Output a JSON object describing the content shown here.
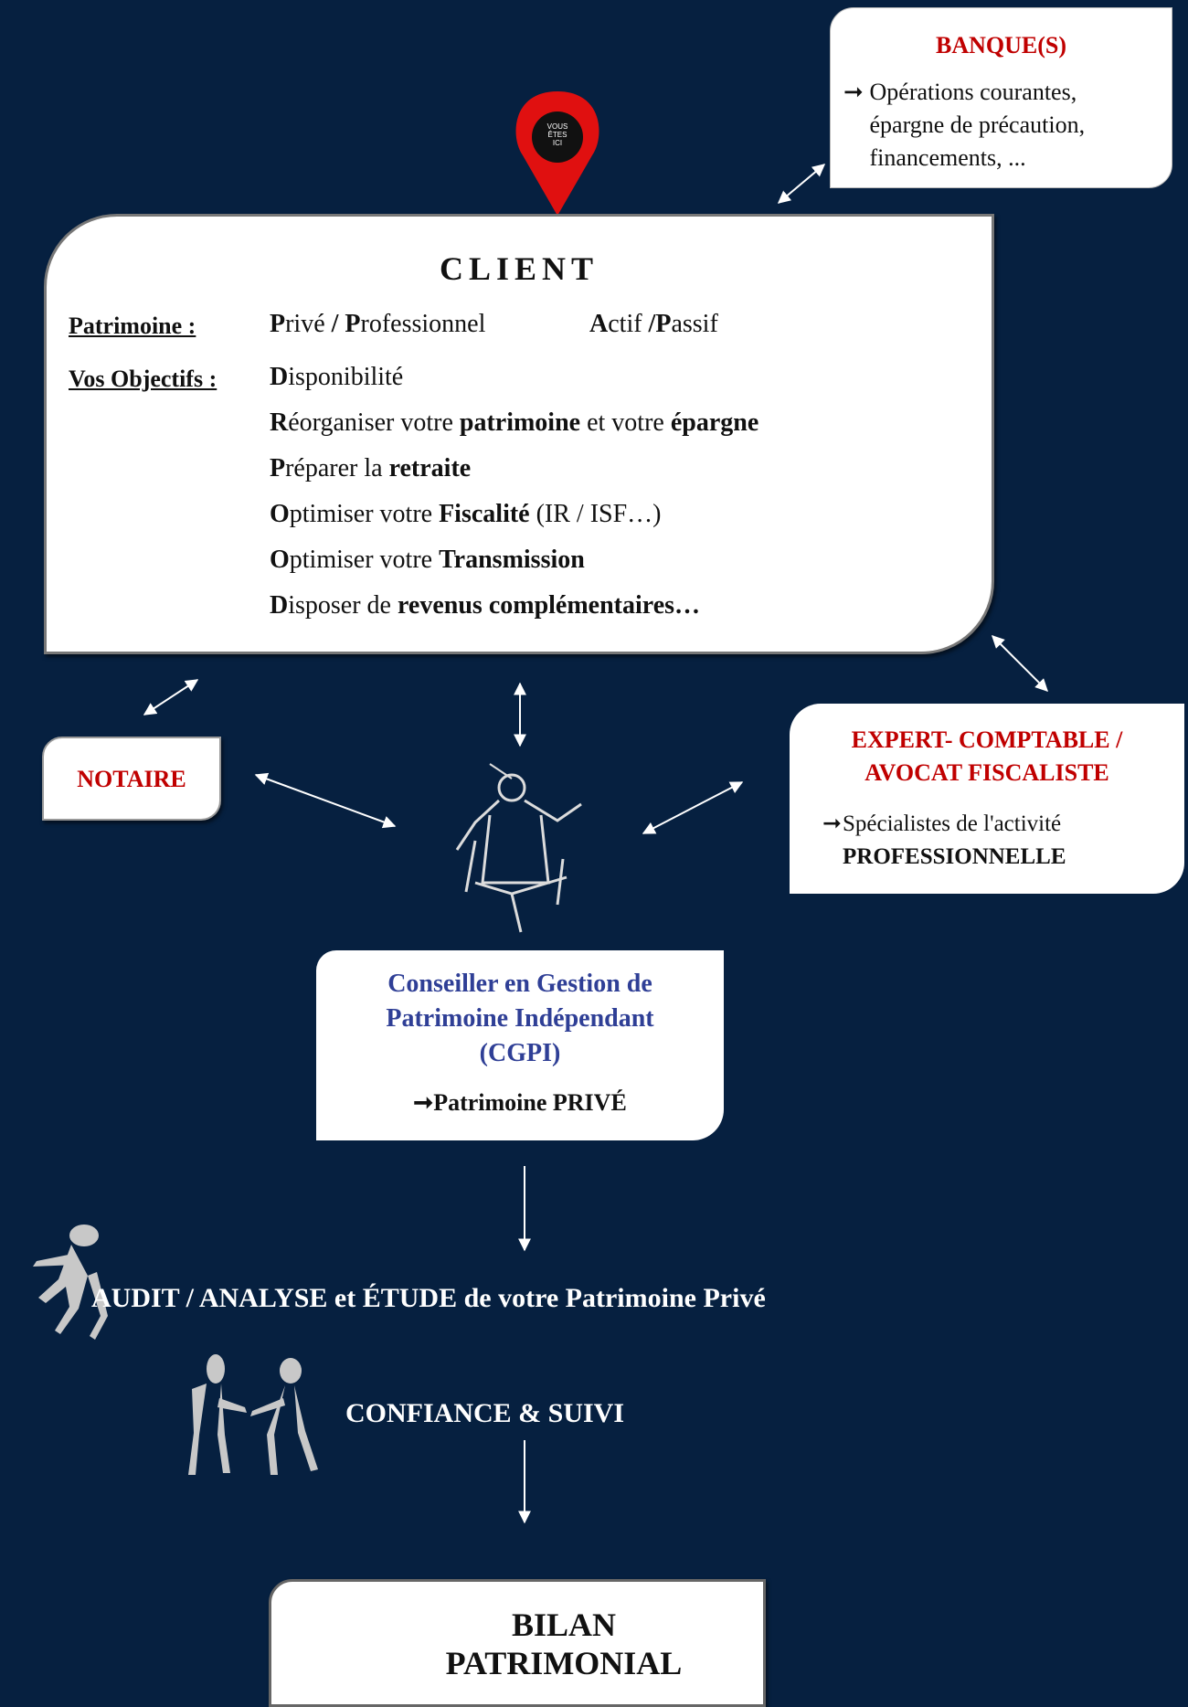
{
  "banques": {
    "title": "BANQUE(S)",
    "lines": [
      "Opérations courantes,",
      "épargne de précaution,",
      "financements, ..."
    ]
  },
  "pin": {
    "line1": "VOUS",
    "line2": "ÊTES",
    "line3": "ICI"
  },
  "client": {
    "title": "CLIENT",
    "patrimoine_label": "Patrimoine :",
    "prive_initial": "P",
    "prive_rest": "rivé",
    "slash1": "/",
    "pro_initial": "P",
    "pro_rest": "rofessionnel",
    "actif_initial": "A",
    "actif_rest": "ctif",
    "slash2": "/",
    "passif_initial": "P",
    "passif_rest": "assif",
    "objectifs_label": "Vos Objectifs :",
    "objectives": [
      {
        "initial": "D",
        "rest": "isponibilité",
        "tail_a": "",
        "bold_a": "",
        "tail_b": "",
        "bold_b": "",
        "tail_c": ""
      },
      {
        "initial": "R",
        "rest": "éorganiser votre ",
        "bold_a": "patrimoine",
        "tail_b": " et votre ",
        "bold_b": "épargne",
        "tail_c": ""
      },
      {
        "initial": "P",
        "rest": "réparer la ",
        "bold_a": "retraite",
        "tail_b": "",
        "bold_b": "",
        "tail_c": ""
      },
      {
        "initial": "O",
        "rest": "ptimiser votre ",
        "bold_a": "Fiscalité",
        "tail_b": " (IR / ISF…)",
        "bold_b": "",
        "tail_c": ""
      },
      {
        "initial": "O",
        "rest": "ptimiser votre ",
        "bold_a": "Transmission",
        "tail_b": "",
        "bold_b": "",
        "tail_c": ""
      },
      {
        "initial": "D",
        "rest": "isposer de ",
        "bold_a": "revenus complémentaires…",
        "tail_b": "",
        "bold_b": "",
        "tail_c": ""
      }
    ]
  },
  "notaire": {
    "label": "NOTAIRE"
  },
  "expert": {
    "title_line1": "EXPERT- COMPTABLE /",
    "title_line2": "AVOCAT FISCALISTE",
    "desc_line1": "Spécialistes de l'activité",
    "desc_line2": "PROFESSIONNELLE"
  },
  "cgpi": {
    "title_line1": "Conseiller en Gestion de",
    "title_line2": "Patrimoine Indépendant",
    "title_line3": "(CGPI)",
    "desc": "Patrimoine PRIVÉ"
  },
  "audit": {
    "label": "AUDIT / ANALYSE et ÉTUDE de votre Patrimoine Privé"
  },
  "confiance": {
    "label": "CONFIANCE & SUIVI"
  },
  "bilan": {
    "line1": "BILAN",
    "line2": "PATRIMONIAL"
  },
  "arrow_glyph": "➞",
  "colors": {
    "background": "#062040",
    "title_red": "#c00000",
    "cgpi_blue": "#2f3f96",
    "pin_red": "#e01010"
  }
}
